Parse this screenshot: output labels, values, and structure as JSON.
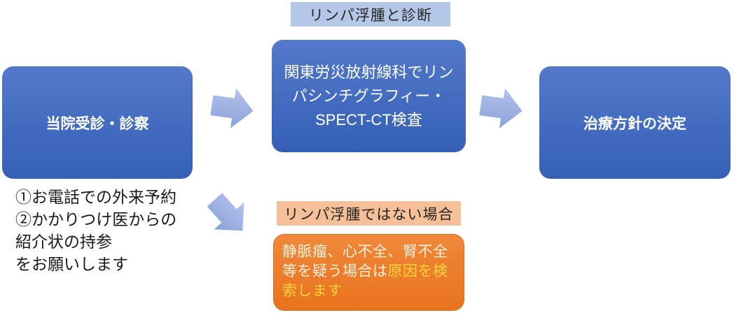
{
  "colors": {
    "box_blue_top": "#5379CB",
    "box_blue_bottom": "#3560B5",
    "label_blue_bg": "#B4C7E7",
    "label_orange_bg": "#F5BF97",
    "box_orange_top": "#F0883B",
    "box_orange_bottom": "#E8731C",
    "arrow_fill_top": "#B3C2EA",
    "arrow_fill_bottom": "#8BA2DA",
    "highlight_text_yellow": "#FFD43B",
    "cause_box_text": "#FCF2DC",
    "box_text_white": "#FFFFFF",
    "label_text_dark": "#262626"
  },
  "diagnosis_label": "リンパ浮腫と診断",
  "flow": {
    "visit_box": "当院受診・診察",
    "exam_box": {
      "line1": "関東労災放射線科でリン",
      "line2": "パシンチグラフィー・",
      "line3": "SPECT-CT検査"
    },
    "treatment_box": "治療方針の決定"
  },
  "appointment_note": {
    "line1": "①お電話での外来予約",
    "line2": "②かかりつけ医からの",
    "line3": "紹介状の持参",
    "line4": "をお願いします"
  },
  "not_lymphedema_label": "リンパ浮腫ではない場合",
  "cause_box": {
    "plain": "静脈瘤、心不全、腎不全等を疑う場合は",
    "highlight": "原因を検索します"
  },
  "icons": {
    "arrow1": "right-block-arrow",
    "arrow2": "right-block-arrow",
    "arrow3": "down-right-block-arrow"
  }
}
